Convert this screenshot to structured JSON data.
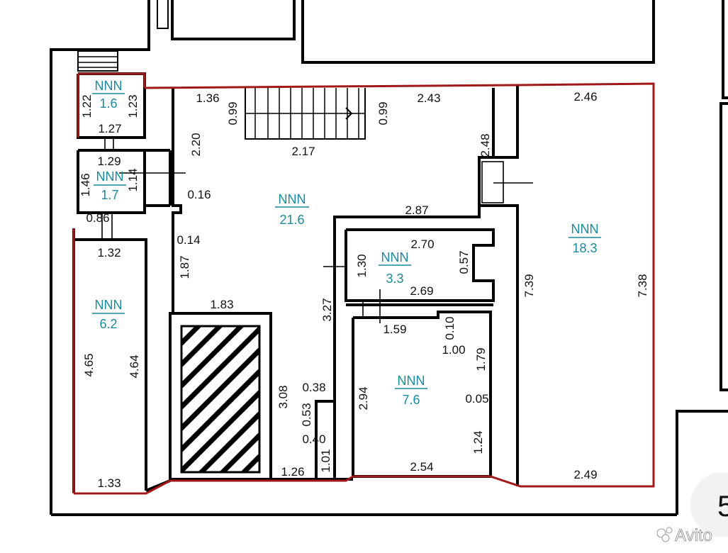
{
  "rooms": [
    {
      "name": "NNN",
      "area": "1.6"
    },
    {
      "name": "NNN",
      "area": "1.7"
    },
    {
      "name": "NNN",
      "area": "6.2"
    },
    {
      "name": "NNN",
      "area": "21.6"
    },
    {
      "name": "NNN",
      "area": "3.3"
    },
    {
      "name": "NNN",
      "area": "7.6"
    },
    {
      "name": "NNN",
      "area": "18.3"
    }
  ],
  "dimensions": {
    "d_1_22": "1.22",
    "d_1_23": "1.23",
    "d_1_27": "1.27",
    "d_1_29": "1.29",
    "d_1_46": "1.46",
    "d_1_14": "1.14",
    "d_0_86": "0.86",
    "d_1_32": "1.32",
    "d_4_65": "4.65",
    "d_4_64": "4.64",
    "d_1_33": "1.33",
    "d_1_36": "1.36",
    "d_0_99a": "0.99",
    "d_0_99b": "0.99",
    "d_2_43": "2.43",
    "d_2_17": "2.17",
    "d_2_20": "2.20",
    "d_0_16": "0.16",
    "d_0_14": "0.14",
    "d_1_87": "1.87",
    "d_1_83": "1.83",
    "d_3_08": "3.08",
    "d_0_38": "0.38",
    "d_0_53": "0.53",
    "d_0_40": "0.40",
    "d_1_01": "1.01",
    "d_1_26": "1.26",
    "d_3_27": "3.27",
    "d_2_87": "2.87",
    "d_2_70": "2.70",
    "d_1_30": "1.30",
    "d_0_57": "0.57",
    "d_2_69": "2.69",
    "d_1_59": "1.59",
    "d_0_10": "0.10",
    "d_1_00": "1.00",
    "d_1_79": "1.79",
    "d_2_94": "2.94",
    "d_0_05": "0.05",
    "d_1_24": "1.24",
    "d_2_54": "2.54",
    "d_2_48": "2.48",
    "d_2_46": "2.46",
    "d_7_39": "7.39",
    "d_7_38": "7.38",
    "d_2_49": "2.49"
  },
  "edge_label": "5",
  "watermark": "Avito",
  "colors": {
    "room_label": "#1a8a9c",
    "outline_red": "#a01818",
    "walls": "#000000"
  }
}
